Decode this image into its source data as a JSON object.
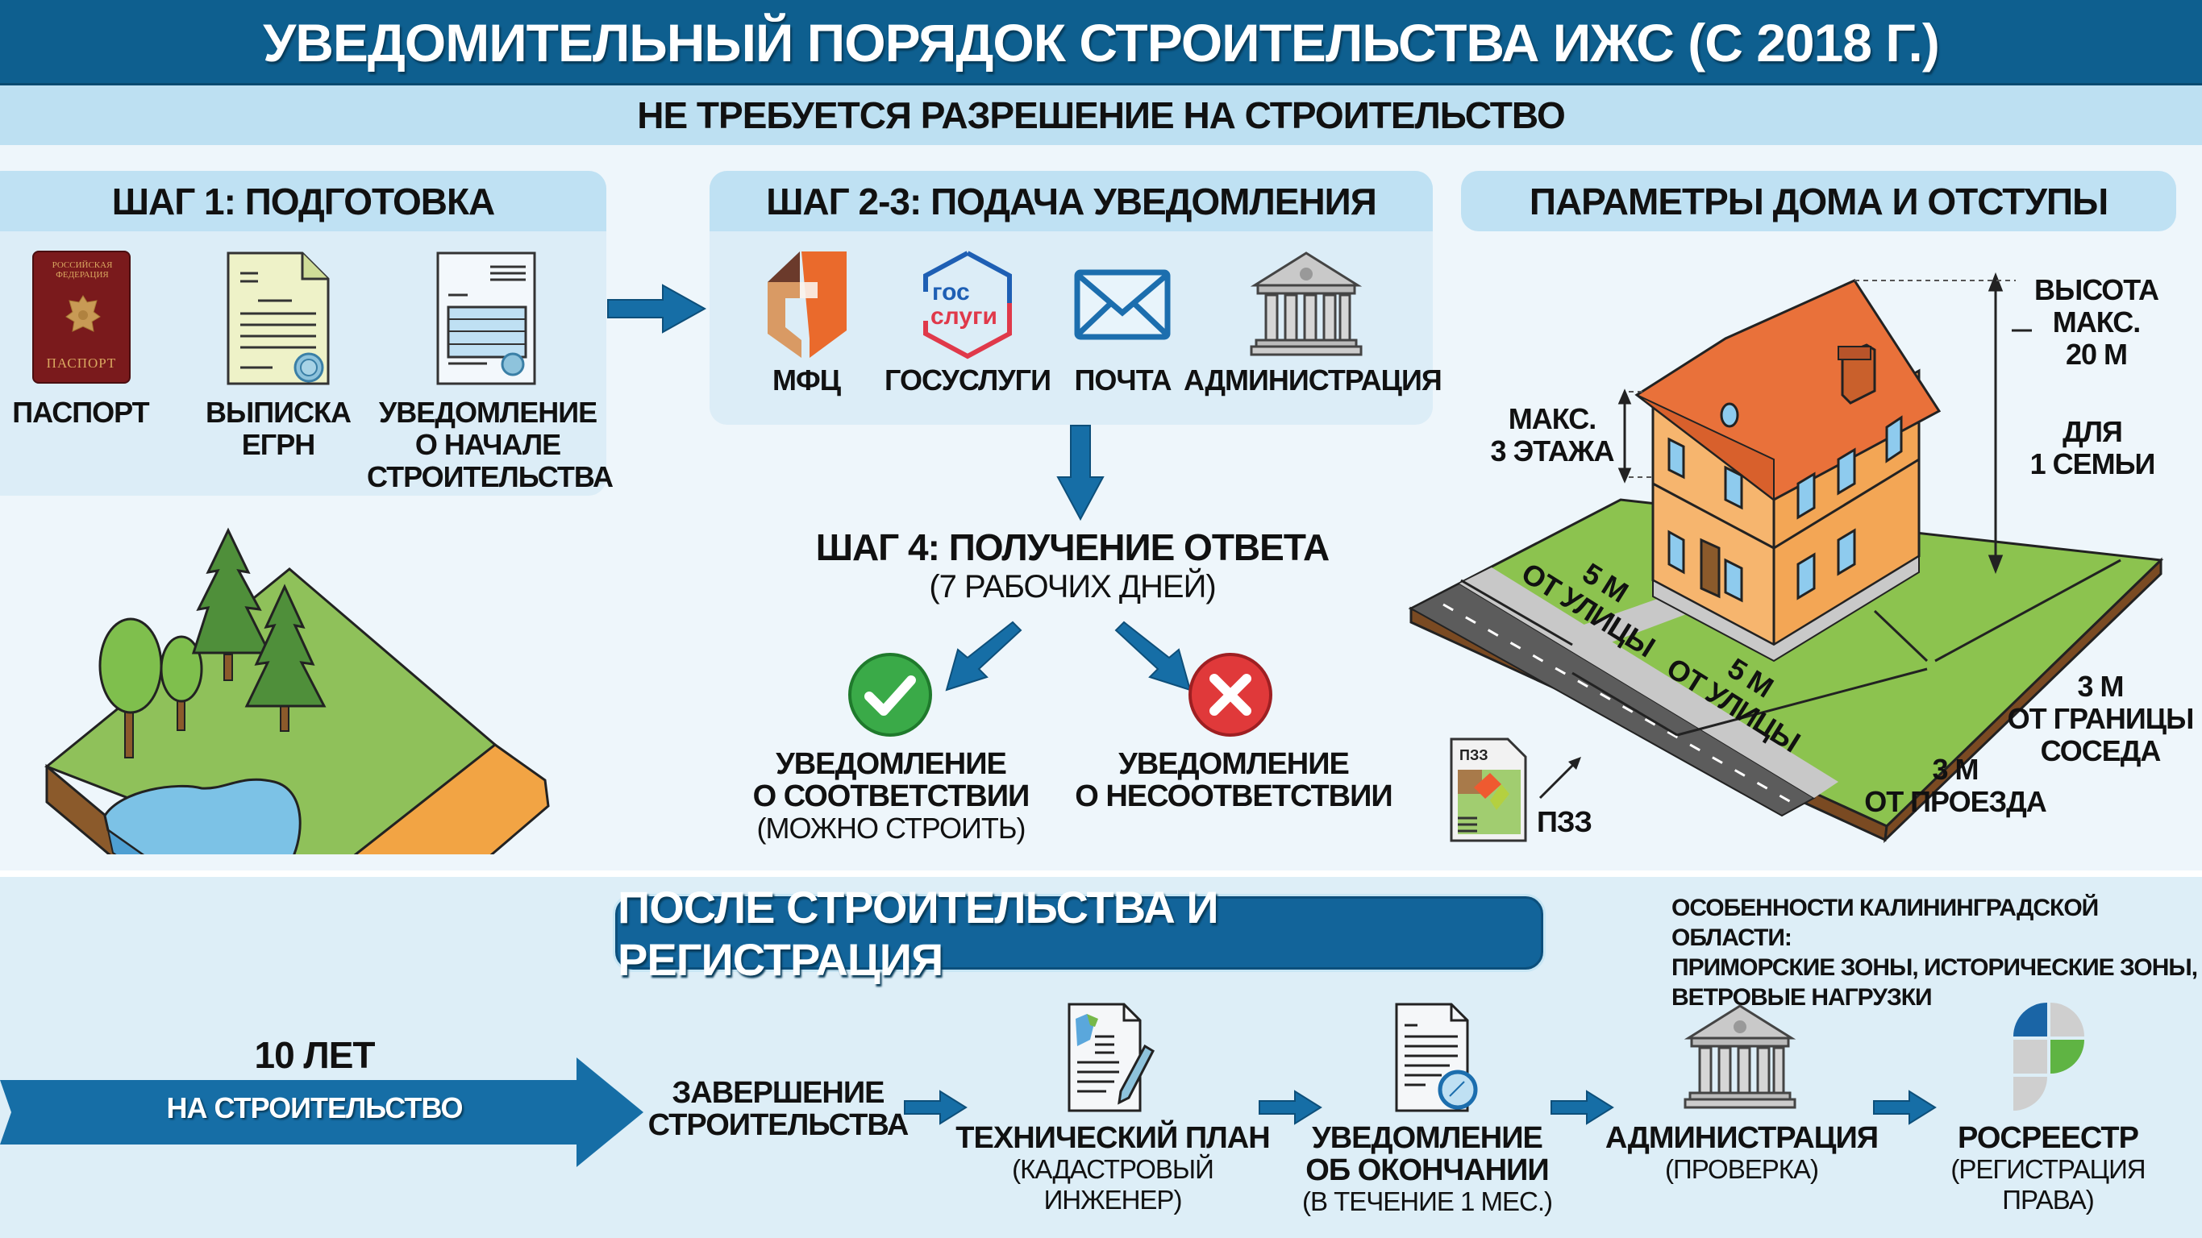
{
  "header": {
    "title": "Уведомительный порядок строительства ИЖС (с 2018 г.)",
    "subtitle": "Не требуется разрешение на строительство"
  },
  "colors": {
    "header_bg": "#0e5f8f",
    "subheader_bg": "#bde0f2",
    "panel_bg": "#dcedf7",
    "panel_header_bg": "#bfe1f3",
    "arrow": "#166ea6",
    "success": "#3aaa48",
    "error": "#e0393a"
  },
  "step1": {
    "title": "Шаг 1: Подготовка",
    "items": [
      {
        "icon": "passport-icon",
        "label": "Паспорт",
        "icon_text_top": "Российская Федерация",
        "icon_text_bottom": "Паспорт"
      },
      {
        "icon": "document-egrn-icon",
        "label_line1": "Выписка",
        "label_line2": "ЕГРН"
      },
      {
        "icon": "notification-document-icon",
        "label_line1": "Уведомление",
        "label_line2": "о начале",
        "label_line3": "строительства"
      }
    ]
  },
  "step23": {
    "title": "Шаг 2-3: Подача уведомления",
    "items": [
      {
        "icon": "mfc-logo-icon",
        "label": "МФЦ"
      },
      {
        "icon": "gosuslugi-logo-icon",
        "label": "Госуслуги",
        "logo_top": "гос",
        "logo_bottom": "слуги"
      },
      {
        "icon": "envelope-icon",
        "label": "Почта"
      },
      {
        "icon": "government-building-icon",
        "label": "Администрация"
      }
    ]
  },
  "step4": {
    "title": "Шаг 4: Получение ответа",
    "subtitle": "(7 рабочих дней)",
    "results": [
      {
        "icon": "check-circle-icon",
        "line1": "Уведомление",
        "line2": "о соответствии",
        "note": "(можно строить)"
      },
      {
        "icon": "x-circle-icon",
        "line1": "Уведомление",
        "line2": "о несоответствии"
      }
    ]
  },
  "params": {
    "title": "Параметры дома и отступы",
    "height_line1": "Высота",
    "height_line2": "макс.",
    "height_line3": "20 м",
    "floors_line1": "Макс.",
    "floors_line2": "3 этажа",
    "family_line1": "Для",
    "family_line2": "1 семьи",
    "setback_street_1_a": "5 м",
    "setback_street_1_b": "от улицы",
    "setback_street_2_a": "5 м",
    "setback_street_2_b": "от улицы",
    "setback_neighbor_a": "3 м",
    "setback_neighbor_b": "от границы",
    "setback_neighbor_c": "соседа",
    "setback_drive_a": "3 м",
    "setback_drive_b": "от проезда",
    "pzz_doc_label": "ПЗЗ",
    "pzz_label": "ПЗЗ"
  },
  "after": {
    "title": "После строительства и регистрация",
    "kaliningrad_line1": "Особенности Калининградской области:",
    "kaliningrad_line2": "приморские зоны, исторические зоны,",
    "kaliningrad_line3": "ветровые нагрузки",
    "term_value": "10 лет",
    "term_label": "на строительство",
    "flow": [
      {
        "line1": "Завершение",
        "line2": "строительства"
      },
      {
        "icon": "technical-plan-icon",
        "line1": "Технический план",
        "note": "(кадастровый инженер)"
      },
      {
        "icon": "completion-notice-icon",
        "line1": "Уведомление",
        "line2": "об окончании",
        "note": "(в течение 1 мес.)"
      },
      {
        "icon": "government-building-icon",
        "line1": "Администрация",
        "note": "(проверка)"
      },
      {
        "icon": "rosreestr-logo-icon",
        "line1": "Росреестр",
        "note": "(регистрация права)"
      }
    ]
  }
}
